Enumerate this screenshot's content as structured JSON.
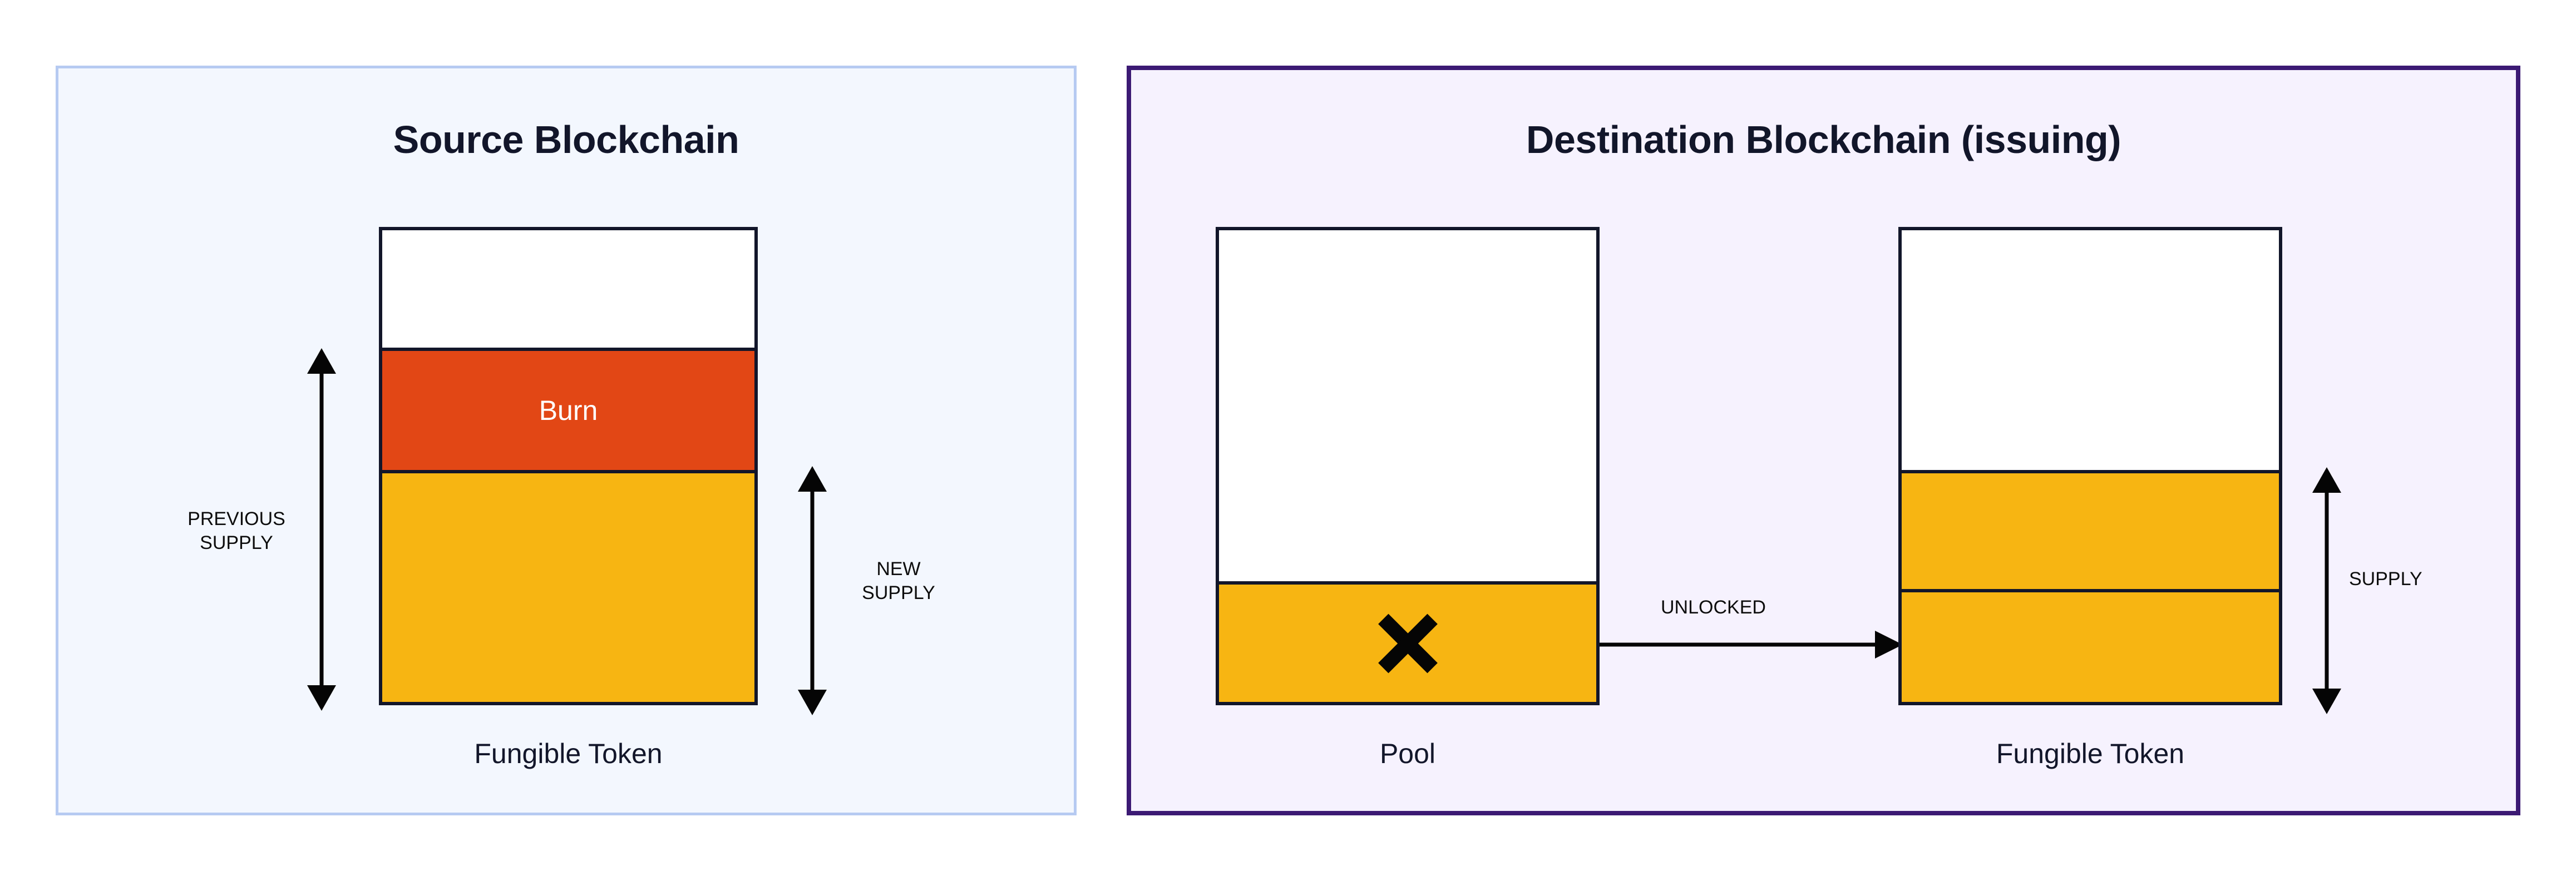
{
  "diagram": {
    "title_source": "Source Blockchain",
    "title_destination": "Destination Blockchain (issuing)"
  },
  "colors": {
    "source_panel_fill": "#f3f7fe",
    "source_panel_border": "#b6caf2",
    "destination_panel_fill": "#f6f2fe",
    "destination_panel_border": "#3c1a74",
    "token_yellow": "#f7b512",
    "burn_red": "#e24715",
    "box_border": "#12162a",
    "text": "#12162a"
  },
  "source": {
    "panel_title": "Source Blockchain",
    "token_box": {
      "caption": "Fungible Token",
      "segments": [
        {
          "name": "empty-headroom",
          "label": "",
          "fill": "empty"
        },
        {
          "name": "burn",
          "label": "Burn",
          "fill": "burn_red"
        },
        {
          "name": "remaining-supply",
          "label": "",
          "fill": "token_yellow"
        }
      ]
    },
    "measures": [
      {
        "name": "previous-supply",
        "label": "PREVIOUS\nSUPPLY"
      },
      {
        "name": "new-supply",
        "label": "NEW\nSUPPLY"
      }
    ]
  },
  "destination": {
    "panel_title": "Destination Blockchain (issuing)",
    "pool_box": {
      "caption": "Pool",
      "marker": "x-mark",
      "segments": [
        {
          "name": "empty-headroom",
          "label": "",
          "fill": "empty"
        },
        {
          "name": "pool-balance",
          "label": "",
          "fill": "token_yellow"
        }
      ]
    },
    "token_box": {
      "caption": "Fungible Token",
      "segments": [
        {
          "name": "empty-headroom",
          "label": "",
          "fill": "empty"
        },
        {
          "name": "existing-supply",
          "label": "",
          "fill": "token_yellow"
        },
        {
          "name": "unlocked-supply",
          "label": "",
          "fill": "token_yellow"
        }
      ]
    },
    "flow": {
      "label": "UNLOCKED",
      "direction": "pool-to-token"
    },
    "measures": [
      {
        "name": "supply",
        "label": "SUPPLY"
      }
    ]
  }
}
